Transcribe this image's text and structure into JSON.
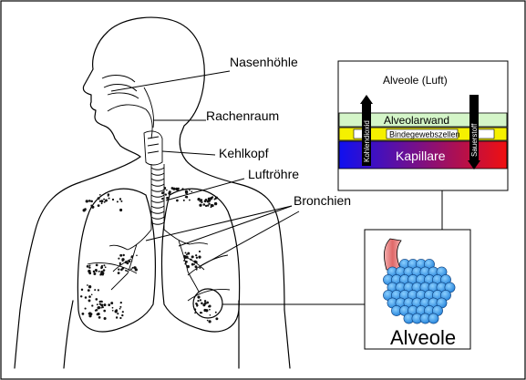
{
  "labels": {
    "nasenhoehle": "Nasenhöhle",
    "rachenraum": "Rachenraum",
    "kehlkopf": "Kehlkopf",
    "luftroehre": "Luftröhre",
    "bronchien": "Bronchien"
  },
  "inset": {
    "title": "Alveole (Luft)",
    "alveolarwand": "Alveolarwand",
    "bindegewebszellen": "Bindegewebszellen",
    "kapillare": "Kapillare",
    "kohlendioxid": "Kohlendioxid",
    "sauerstoff": "Sauerstoff"
  },
  "alveole_box": {
    "label": "Alveole"
  },
  "colors": {
    "alveolarwand": "#d4f5c8",
    "bindegewebe": "#f5f000",
    "kapillare_left": "#1010f0",
    "kapillare_right": "#f01010",
    "alveole_cell": "#3a9df0",
    "bronchiole": "#f08a8a"
  }
}
